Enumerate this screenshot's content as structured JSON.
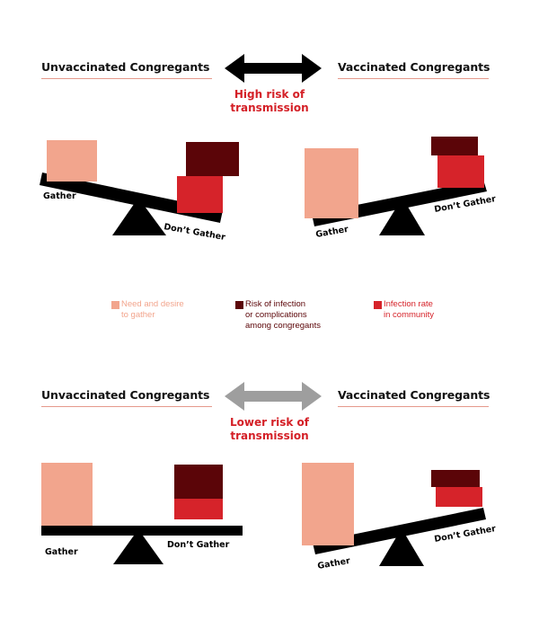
{
  "colors": {
    "need": "#f2a58d",
    "risk_infection": "#5b0508",
    "infection_rate": "#d6232a",
    "heading_red": "#d42027",
    "arrow_high": "#000000",
    "arrow_lower": "#9e9e9e",
    "beam": "#000000"
  },
  "labels": {
    "gather": "Gather",
    "dont_gather": "Don’t Gather"
  },
  "top": {
    "left_heading": "Unvaccinated Congregants",
    "right_heading": "Vaccinated Congregants",
    "risk_line1": "High risk of",
    "risk_line2": "transmission"
  },
  "bottom": {
    "left_heading": "Unvaccinated Congregants",
    "right_heading": "Vaccinated Congregants",
    "risk_line1": "Lower risk of",
    "risk_line2": "transmission"
  },
  "legend": {
    "need": {
      "line1": "Need and desire",
      "line2": "to gather"
    },
    "risk": {
      "line1": "Risk of infection",
      "line2": "or complications",
      "line3": "among congregants"
    },
    "rate": {
      "line1": "Infection rate",
      "line2": "in community"
    }
  }
}
